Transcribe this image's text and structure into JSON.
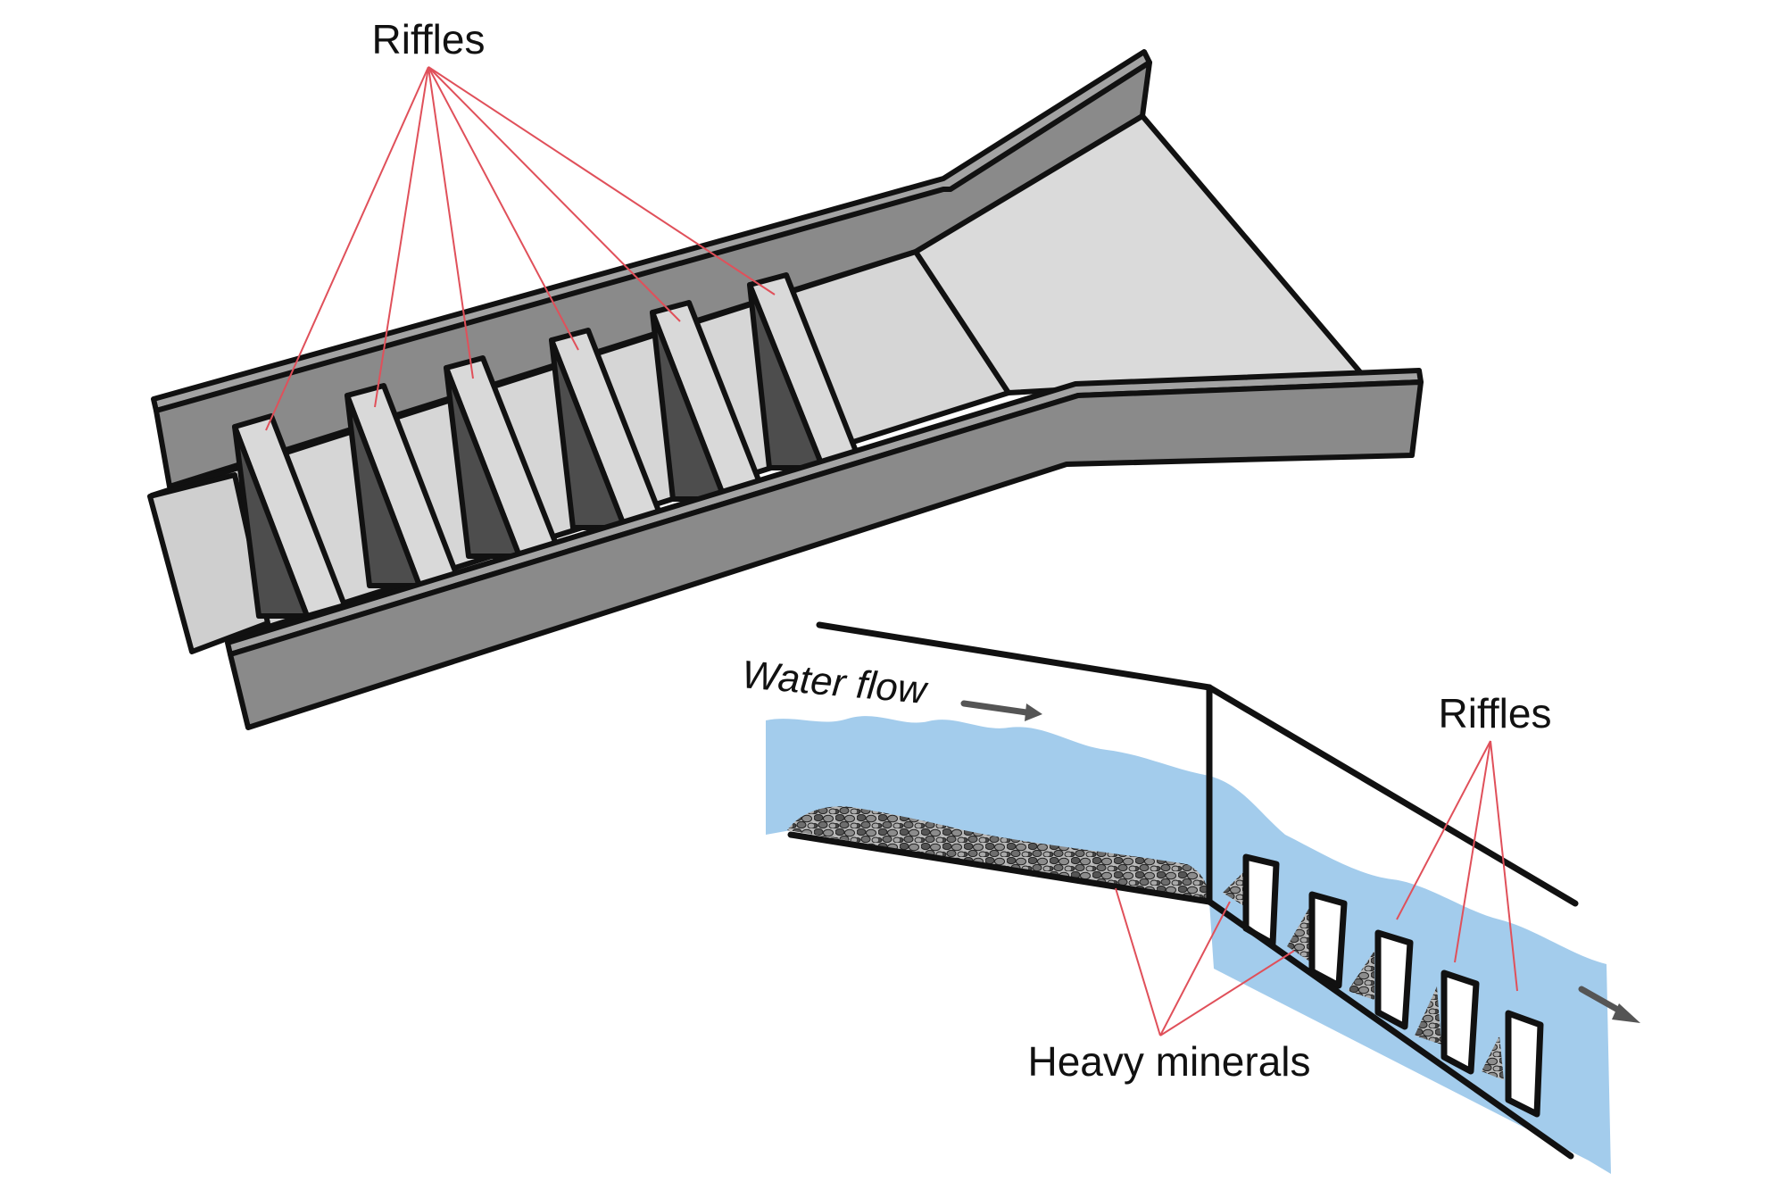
{
  "labels": {
    "riffles_top": "Riffles",
    "water_flow": "Water flow",
    "riffles_side": "Riffles",
    "heavy_minerals": "Heavy minerals"
  },
  "colors": {
    "background": "#ffffff",
    "outline": "#111111",
    "sluice_wall_outer": "#8a8a8a",
    "sluice_wall_top": "#a3a3a3",
    "sluice_floor": "#d6d6d6",
    "riffle_top": "#d9d9d9",
    "riffle_shadow": "#4d4d4d",
    "riffle_inner_wall": "#707070",
    "water": "#a3ccec",
    "gravel": "#8c8c8c",
    "leader_lines": "#e0505a",
    "flow_arrow": "#555555"
  },
  "icons": {
    "flow_arrow": "arrow-right-icon",
    "outflow_arrow": "arrow-down-right-icon"
  }
}
